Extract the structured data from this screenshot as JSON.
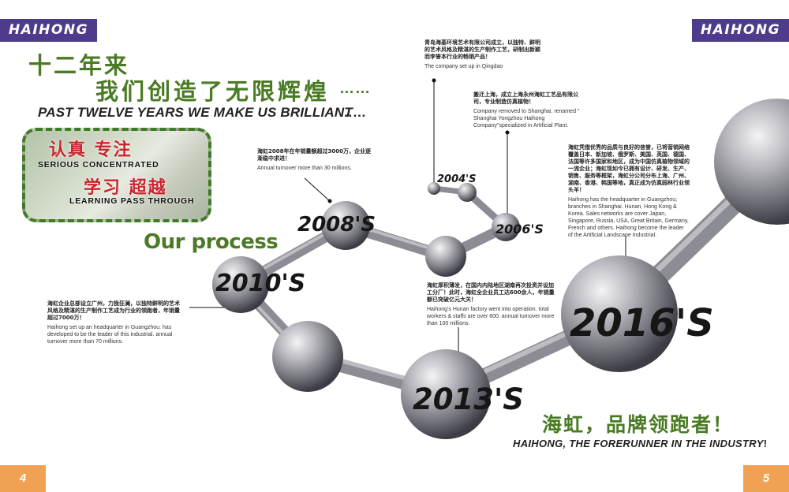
{
  "brand": {
    "left": "HAIHONG",
    "right": "HAIHONG"
  },
  "pages": {
    "left": "4",
    "right": "5"
  },
  "headline": {
    "cn_line1": "十二年来",
    "cn_line2": "我们创造了无限辉煌",
    "dots": "……",
    "en": "PAST TWELVE YEARS  WE MAKE US BRILLIANT",
    "en_dots": "……"
  },
  "motto": {
    "cn1": "认真 专注",
    "en1": "SERIOUS  CONCENTRATED",
    "cn2": "学习 超越",
    "en2": "LEARNING PASS THROUGH"
  },
  "section_title": "Our process",
  "years": {
    "y2008": "2008'S",
    "y2010": "2010'S",
    "y2004": "2004'S",
    "y2006": "2006'S",
    "y2016": "2016'S",
    "y2013": "2013'S"
  },
  "notes": {
    "n2010": {
      "cn": "海虹企业总部设立广州，力挽狂澜，以独特鲜明的艺术风格及精湛的生产制作工艺成为行业的领跑者，年销量超过7000万！",
      "en": "Haihong set up an headquarter in Guangzhou. has developed to be the leader of this industrial.  annual turnover more than 70 millions."
    },
    "n2008": {
      "cn": "海虹2008年在年销量额超过3000万，企业逐渐稳中求进！",
      "en": "Annual turnover more than 30 millions."
    },
    "n2004": {
      "cn": "青岛海基环境艺术有限公司成立，以独特、鲜明的艺术风格及精湛的生产制作工艺，研制出新颖而李誉本行业的畅销产品！",
      "en": "The company set up in Qingdao"
    },
    "n2006": {
      "cn": "搬迁上海，成立上海永州海虹工艺品有限公司，专业制造仿真植物！",
      "en": "Company removed to Shanghai, renamed \" Shanghai Yongzhou Haihong Company\"specialized in Artificial Plant."
    },
    "n2016": {
      "cn": "海虹凭借优秀的品质与良好的信誉，已将营销网络覆盖日本、新加坡、俄罗斯、美国、英国、德国、法国等许多国家和地区，成为中国仿真植物领域的一流企业；海虹现如今已拥有设计、研发、生产、销售、服务等框架，海虹分公司分布上海、广州、湖南、香港、韩国等地，真正成为仿真园林行业领头羊！",
      "en": "Haihong has the headquarter in Guangzhou; branches in Shanghai. Hunan, Hong Kong & Korea. Sales networks are cover Japan, Singapore, Russia, USA, Great Britain, Germany, French and others. Haihong become the leader of the Artificial Landscape Industrial."
    },
    "n2013": {
      "cn": "海虹厚积薄发，在国内内陆地区湖南再次投资并设加工分厂！此时，海虹全企业员工达600余人，年销量额已突破亿元大关！",
      "en": "Haihong's Hunan factory went into operation. total workers & staffs are over 600. annual turnover more than 100 millions."
    }
  },
  "tagline": {
    "cn": "海虹，品牌领跑者！",
    "en": "HAIHONG, THE FORERUNNER IN THE INDUSTRY",
    "en_mark": "!"
  },
  "colors": {
    "brand_purple": "#4e3b8c",
    "page_orange": "#f0a153",
    "green": "#4a7a24",
    "motto_red": "#c8262f"
  }
}
